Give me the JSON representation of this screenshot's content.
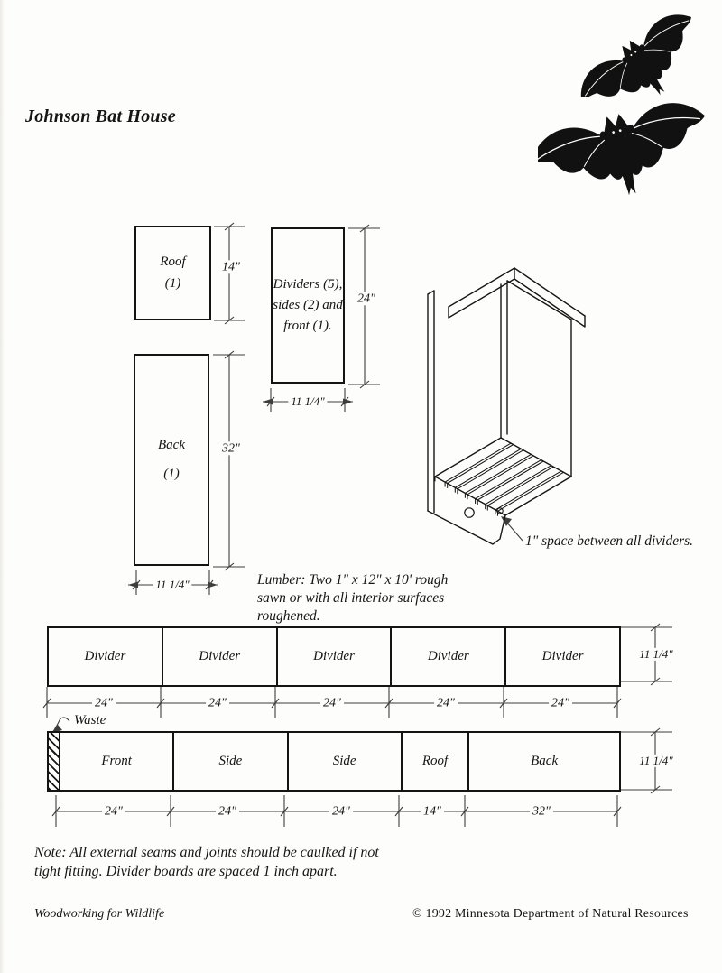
{
  "page": {
    "title": "Johnson Bat House",
    "footer": {
      "left": "Woodworking for Wildlife",
      "right": "© 1992 Minnesota Department of Natural Resources"
    }
  },
  "pieces": {
    "roof": {
      "line1": "Roof",
      "line2": "(1)",
      "height_dim": "14\""
    },
    "dividers": {
      "line1": "Dividers (5),",
      "line2": "sides (2) and",
      "line3": "front (1).",
      "height_dim": "24\"",
      "width_dim": "11 1/4\""
    },
    "back": {
      "line1": "Back",
      "line2": "(1)",
      "height_dim": "32\"",
      "width_dim": "11 1/4\""
    }
  },
  "assembly_note": "1\" space between all dividers.",
  "lumber_note": {
    "line1": "Lumber: Two 1\" x 12\" x 10' rough",
    "line2": "sawn or with all interior surfaces",
    "line3": "roughened."
  },
  "board1": {
    "height_dim": "11 1/4\"",
    "cells": [
      {
        "label": "Divider",
        "width_dim": "24\""
      },
      {
        "label": "Divider",
        "width_dim": "24\""
      },
      {
        "label": "Divider",
        "width_dim": "24\""
      },
      {
        "label": "Divider",
        "width_dim": "24\""
      },
      {
        "label": "Divider",
        "width_dim": "24\""
      }
    ]
  },
  "board2": {
    "waste_label": "Waste",
    "height_dim": "11 1/4\"",
    "cells": [
      {
        "label": "Front",
        "width_dim": "24\""
      },
      {
        "label": "Side",
        "width_dim": "24\""
      },
      {
        "label": "Side",
        "width_dim": "24\""
      },
      {
        "label": "Roof",
        "width_dim": "14\""
      },
      {
        "label": "Back",
        "width_dim": "32\""
      }
    ]
  },
  "bottom_note": {
    "line1": "Note: All external seams and joints should be caulked if not",
    "line2": "tight fitting. Divider boards are spaced 1 inch apart."
  }
}
